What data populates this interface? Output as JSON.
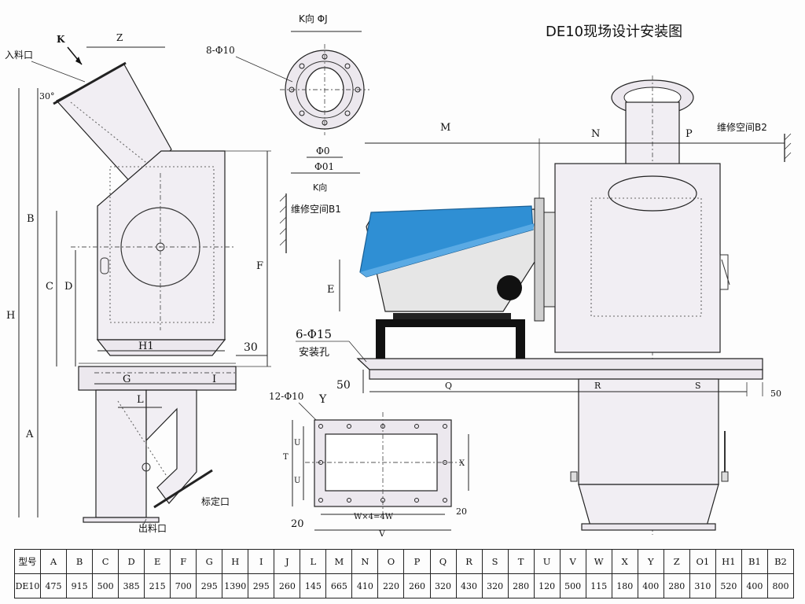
{
  "title": "DE10现场设计安装图",
  "labels": {
    "inlet": "入料口",
    "outlet": "出料口",
    "calibration_port": "标定口",
    "angle": "30°",
    "k_arrow": "K",
    "view_k_top": "K向 ΦJ",
    "view_k_bottom": "K向",
    "holes_8": "8-Φ10",
    "phi_o": "Φ0",
    "phi_o1": "Φ01",
    "maint_b1": "维修空间B1",
    "maint_b2": "维修空间B2",
    "holes_6": "6-Φ15",
    "install_holes": "安装孔",
    "holes_12": "12-Φ10",
    "y_label": "Y",
    "dims": {
      "Z": "Z",
      "B": "B",
      "H": "H",
      "C": "C",
      "D": "D",
      "A": "A",
      "F": "F",
      "H1": "H1",
      "G": "G",
      "I": "I",
      "L": "L",
      "n30": "30",
      "M": "M",
      "N": "N",
      "P": "P",
      "E": "E",
      "Q": "Q",
      "R": "R",
      "S": "S",
      "n50a": "50",
      "n50b": "50",
      "T": "T",
      "U1": "U",
      "U2": "U",
      "X": "X",
      "n20a": "20",
      "n20b": "20",
      "W": "W×4=4W",
      "V": "V"
    }
  },
  "table": {
    "headers": [
      "型号",
      "A",
      "B",
      "C",
      "D",
      "E",
      "F",
      "G",
      "H",
      "I",
      "J",
      "L",
      "M",
      "N",
      "O",
      "P",
      "Q",
      "R",
      "S",
      "T",
      "U",
      "V",
      "W",
      "X",
      "Y",
      "Z",
      "O1",
      "H1",
      "B1",
      "B2"
    ],
    "row": [
      "DE10",
      "475",
      "915",
      "500",
      "385",
      "215",
      "700",
      "295",
      "1390",
      "295",
      "260",
      "145",
      "665",
      "410",
      "220",
      "260",
      "320",
      "430",
      "320",
      "280",
      "120",
      "500",
      "115",
      "180",
      "400",
      "280",
      "310",
      "520",
      "400",
      "800"
    ]
  },
  "colors": {
    "hood": "#2f8fd4",
    "motor_body": "#e6e6e6",
    "frame": "#111111",
    "body_fill": "#f1eef3"
  }
}
